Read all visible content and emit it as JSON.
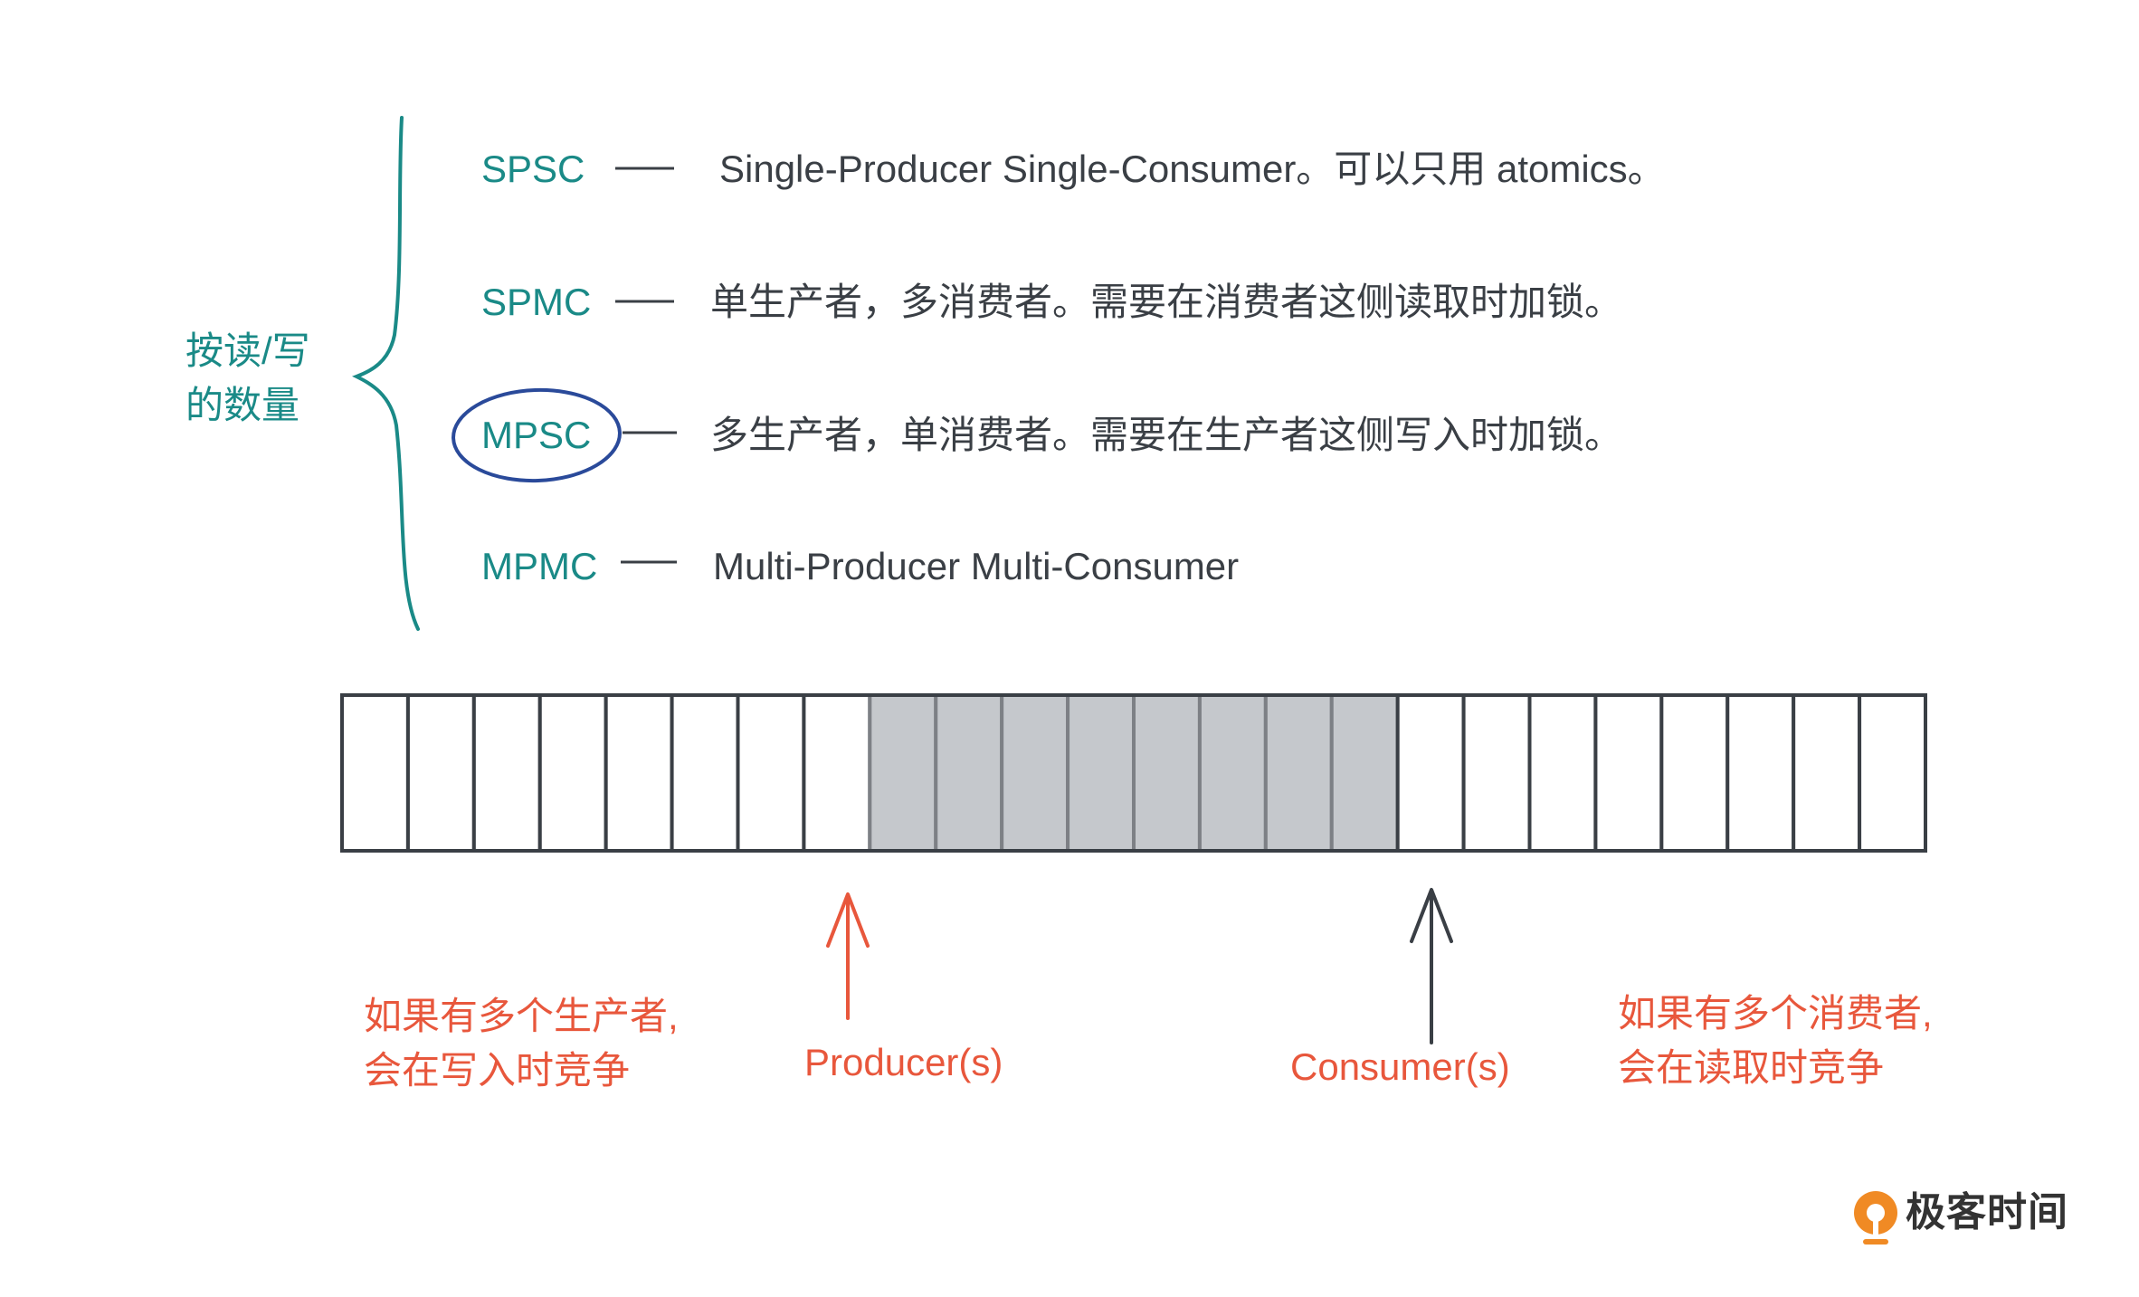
{
  "category_label": [
    "按读/写",
    "的数量"
  ],
  "types": [
    {
      "code": "SPSC",
      "description": "Single-Producer Single-Consumer。可以只用 atomics。",
      "highlighted": false
    },
    {
      "code": "SPMC",
      "description": "单生产者，多消费者。需要在消费者这侧读取时加锁。",
      "highlighted": false
    },
    {
      "code": "MPSC",
      "description": "多生产者，单消费者。需要在生产者这侧写入时加锁。",
      "highlighted": true
    },
    {
      "code": "MPMC",
      "description": "Multi-Producer Multi-Consumer",
      "highlighted": false
    }
  ],
  "buffer": {
    "slot_count": 24,
    "filled_start": 8,
    "filled_end": 15
  },
  "producer": {
    "label": "Producer(s)",
    "note": [
      "如果有多个生产者,",
      "会在写入时竞争"
    ]
  },
  "consumer": {
    "label": "Consumer(s)",
    "note": [
      "如果有多个消费者,",
      "会在读取时竞争"
    ]
  },
  "logo": {
    "text": "极客时间"
  },
  "colors": {
    "teal": "#1a8a87",
    "text_dark": "#3a3f45",
    "orange": "#e8573c",
    "circle_blue": "#2a4a9a",
    "slot_fill": "#c5c8cc",
    "logo_orange": "#f08a24"
  }
}
